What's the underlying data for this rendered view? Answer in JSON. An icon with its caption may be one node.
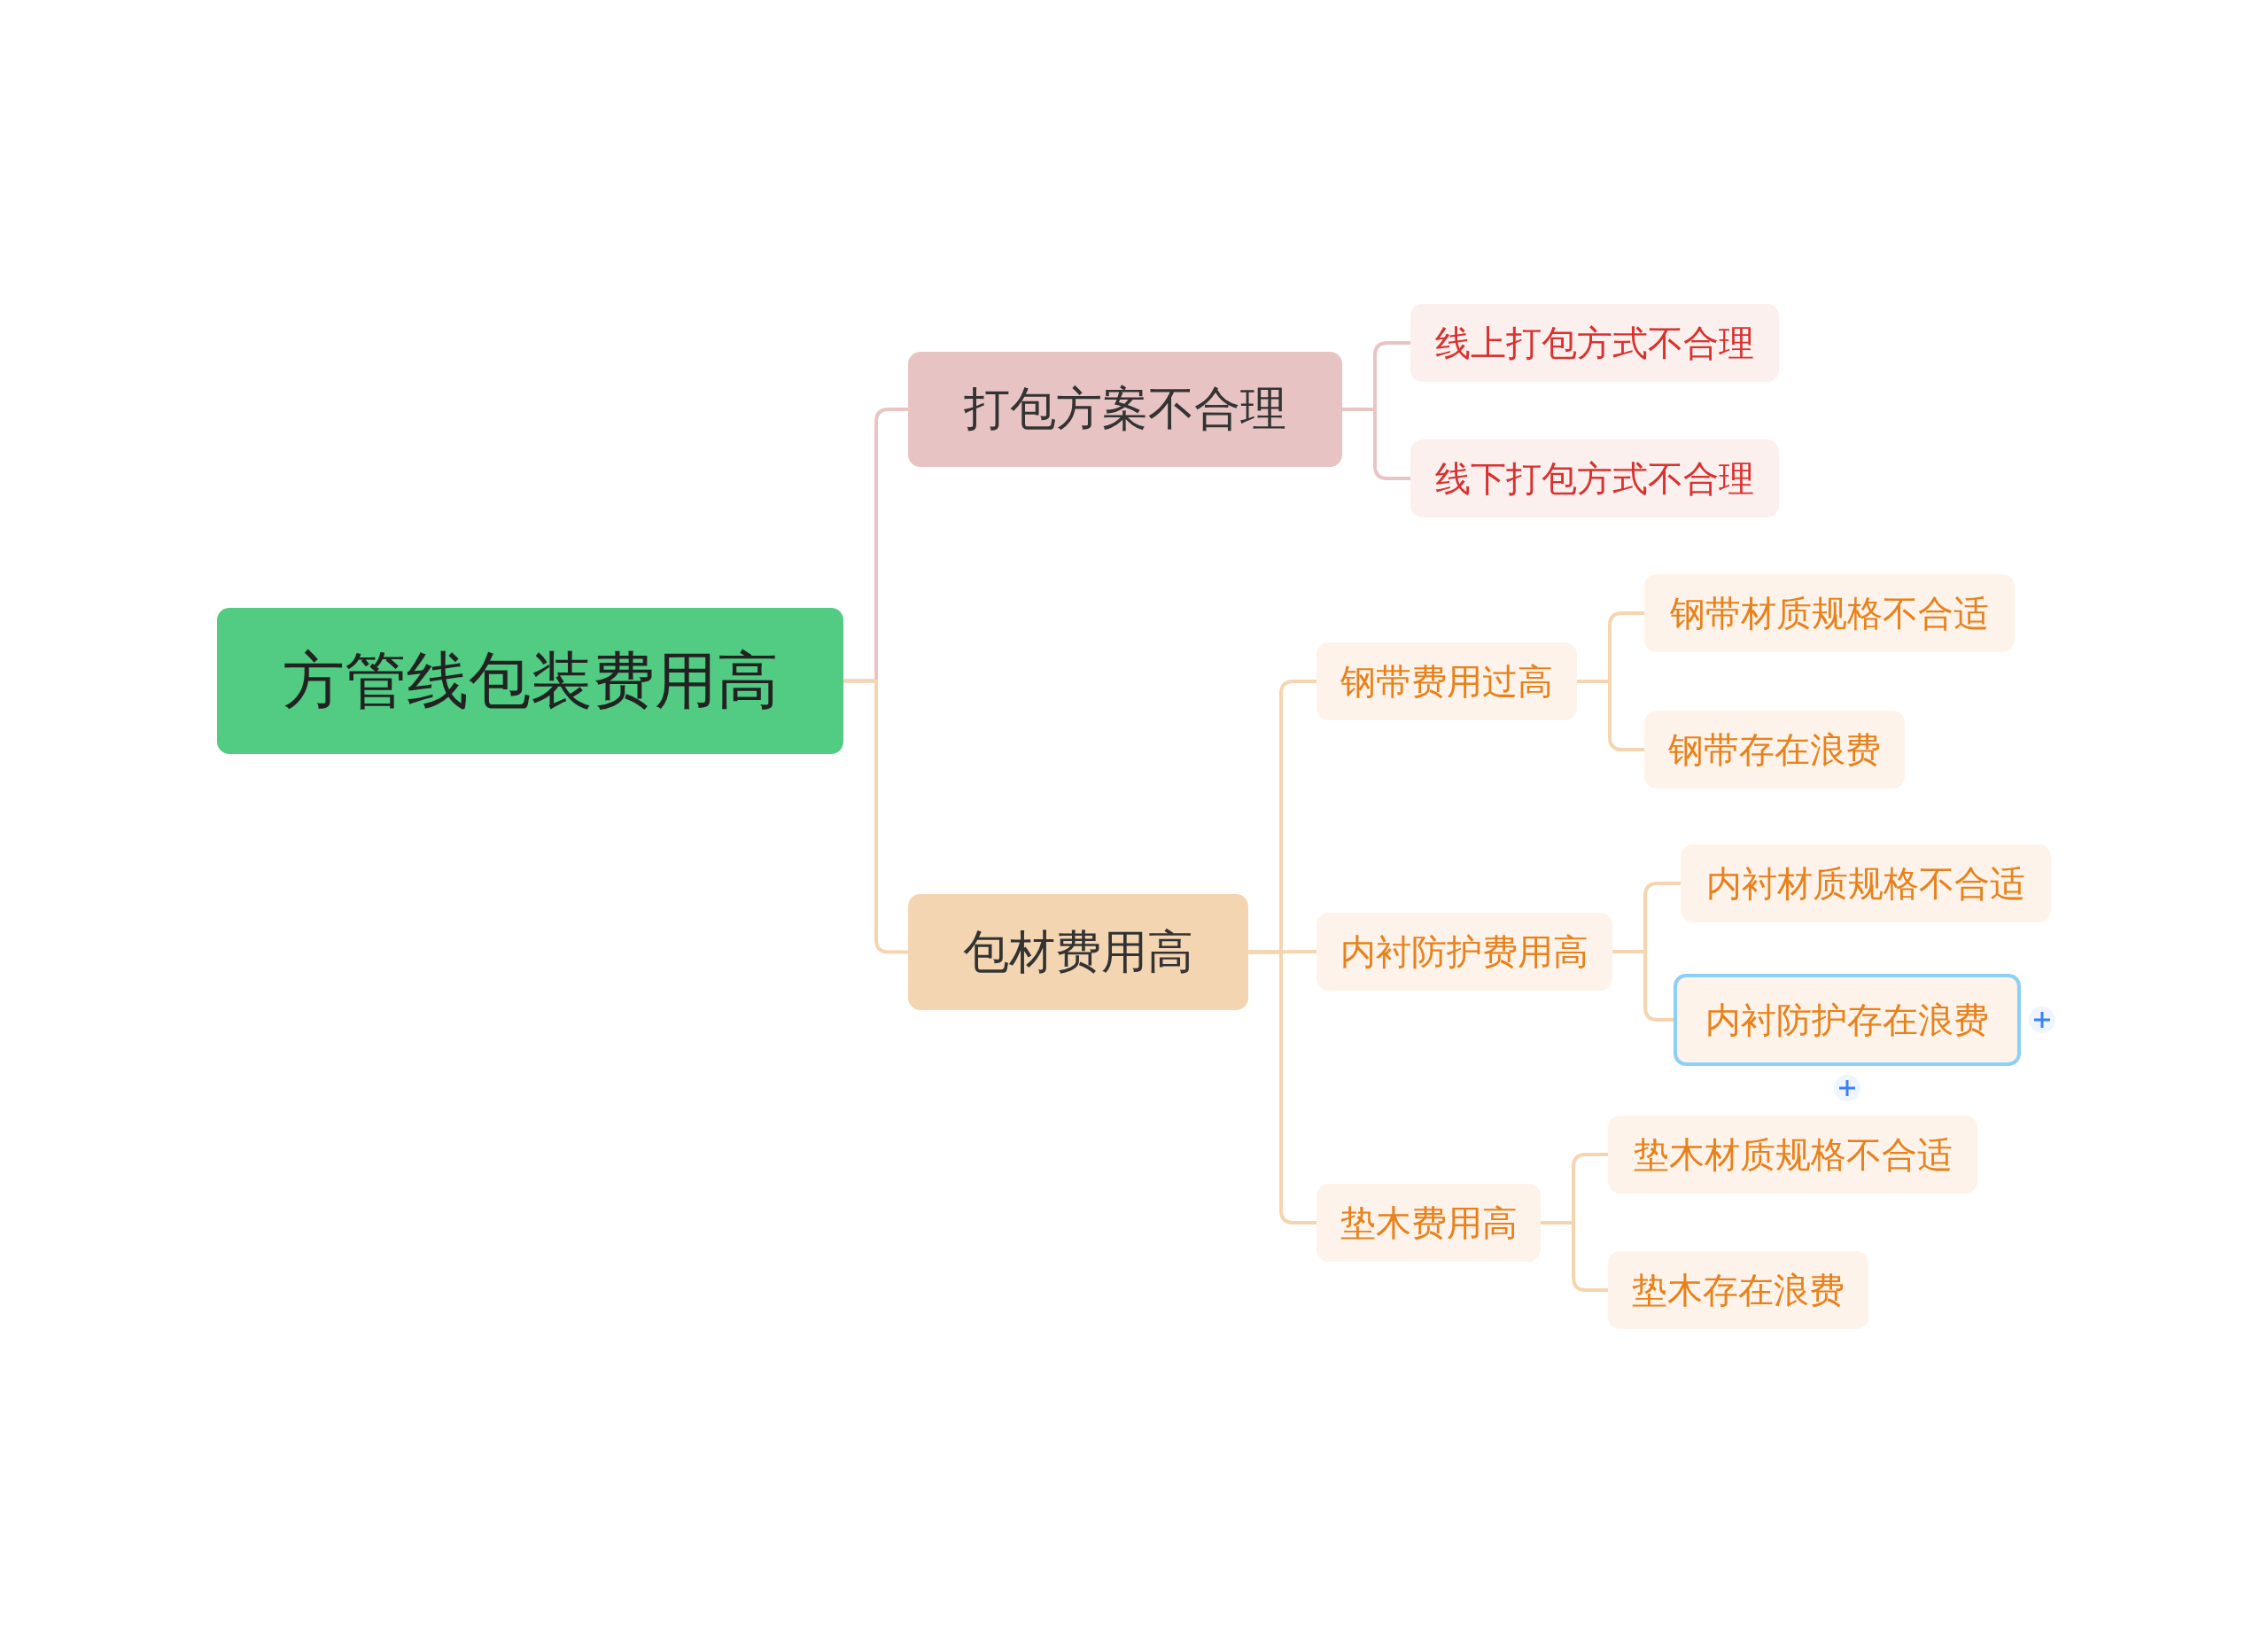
{
  "diagram": {
    "nodes": [
      {
        "text": [
          "方管线包装费用高"
        ]
      },
      {
        "text": [
          "打包方案不合理"
        ]
      },
      {
        "text": [
          "线上打包方式不合理"
        ]
      },
      {
        "text": [
          "线下打包方式不合理"
        ]
      },
      {
        "text": [
          "包材费用高"
        ]
      },
      {
        "text": [
          "钢带费用过高"
        ]
      },
      {
        "text": [
          "钢带材质规格不合适"
        ]
      },
      {
        "text": [
          "钢带存在浪费"
        ]
      },
      {
        "text": [
          "内衬防护费用高"
        ]
      },
      {
        "text": [
          "内衬材质规格不合适"
        ]
      },
      {
        "text": [
          "内衬防护存在浪费"
        ]
      },
      {
        "text": [
          "垫木费用高"
        ]
      },
      {
        "text": [
          "垫木材质规格不合适"
        ]
      },
      {
        "text": [
          "垫木存在浪费"
        ]
      }
    ],
    "edges": [
      {
        "from": 0,
        "to": 1,
        "arrow": "none",
        "color": "#e8c4c4"
      },
      {
        "from": 1,
        "to": 2,
        "arrow": "none",
        "color": "#e8c4c4"
      },
      {
        "from": 1,
        "to": 3,
        "arrow": "none",
        "color": "#e8c4c4"
      },
      {
        "from": 0,
        "to": 4,
        "arrow": "none"
      },
      {
        "from": 4,
        "to": 5,
        "arrow": "none"
      },
      {
        "from": 5,
        "to": 6,
        "arrow": "none"
      },
      {
        "from": 5,
        "to": 7,
        "arrow": "none"
      },
      {
        "from": 4,
        "to": 8,
        "arrow": "none"
      },
      {
        "from": 8,
        "to": 9,
        "arrow": "none"
      },
      {
        "from": 8,
        "to": 10,
        "arrow": "none"
      },
      {
        "from": 4,
        "to": 11,
        "arrow": "none"
      },
      {
        "from": 11,
        "to": 12,
        "arrow": "none"
      },
      {
        "from": 11,
        "to": 13,
        "arrow": "none"
      }
    ]
  }
}
